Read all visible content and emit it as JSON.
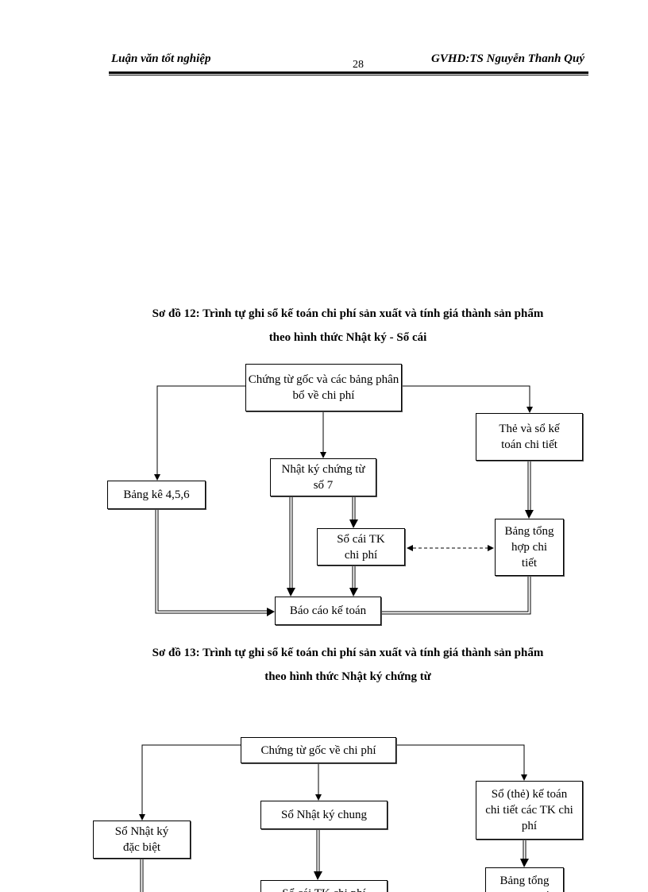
{
  "header": {
    "left": "Luận văn tốt nghiệp",
    "page_number": "28",
    "right": "GVHD:TS Nguyễn Thanh Quý"
  },
  "diagram12": {
    "caption_line1": "Sơ đồ 12: Trình tự ghi sổ kế toán chi phí sản xuất và tính giá thành sản phẩm",
    "caption_line2": "theo hình thức Nhật ký - Sổ cái",
    "boxes": {
      "source": "Chứng từ gốc và các bảng phân bổ về chi phí",
      "detail_ledger": "Thẻ và sổ kế toán chi tiết",
      "journal_voucher": "Nhật ký chứng từ số 7",
      "listing": "Bảng kê 4,5,6",
      "general_ledger": "Sổ cái TK chi phí",
      "summary": "Bảng tổng hợp chi tiết",
      "report": "Báo cáo kế toán"
    }
  },
  "diagram13": {
    "caption_line1": "Sơ đồ 13: Trình tự ghi sổ kế toán chi phí sản xuất và tính giá thành sản phẩm",
    "caption_line2": "theo hình thức Nhật ký chứng từ",
    "boxes": {
      "source": "Chứng từ gốc về chi phí",
      "special_journal": "Sổ Nhật ký đặc biệt",
      "general_journal": "Sổ Nhật ký chung",
      "detail_ledger": "Sổ (thẻ) kế toán chi tiết các TK chi phí",
      "general_ledger": "Sổ cái TK chi phí",
      "summary": "Bảng tổng hợp chi tiết"
    }
  }
}
